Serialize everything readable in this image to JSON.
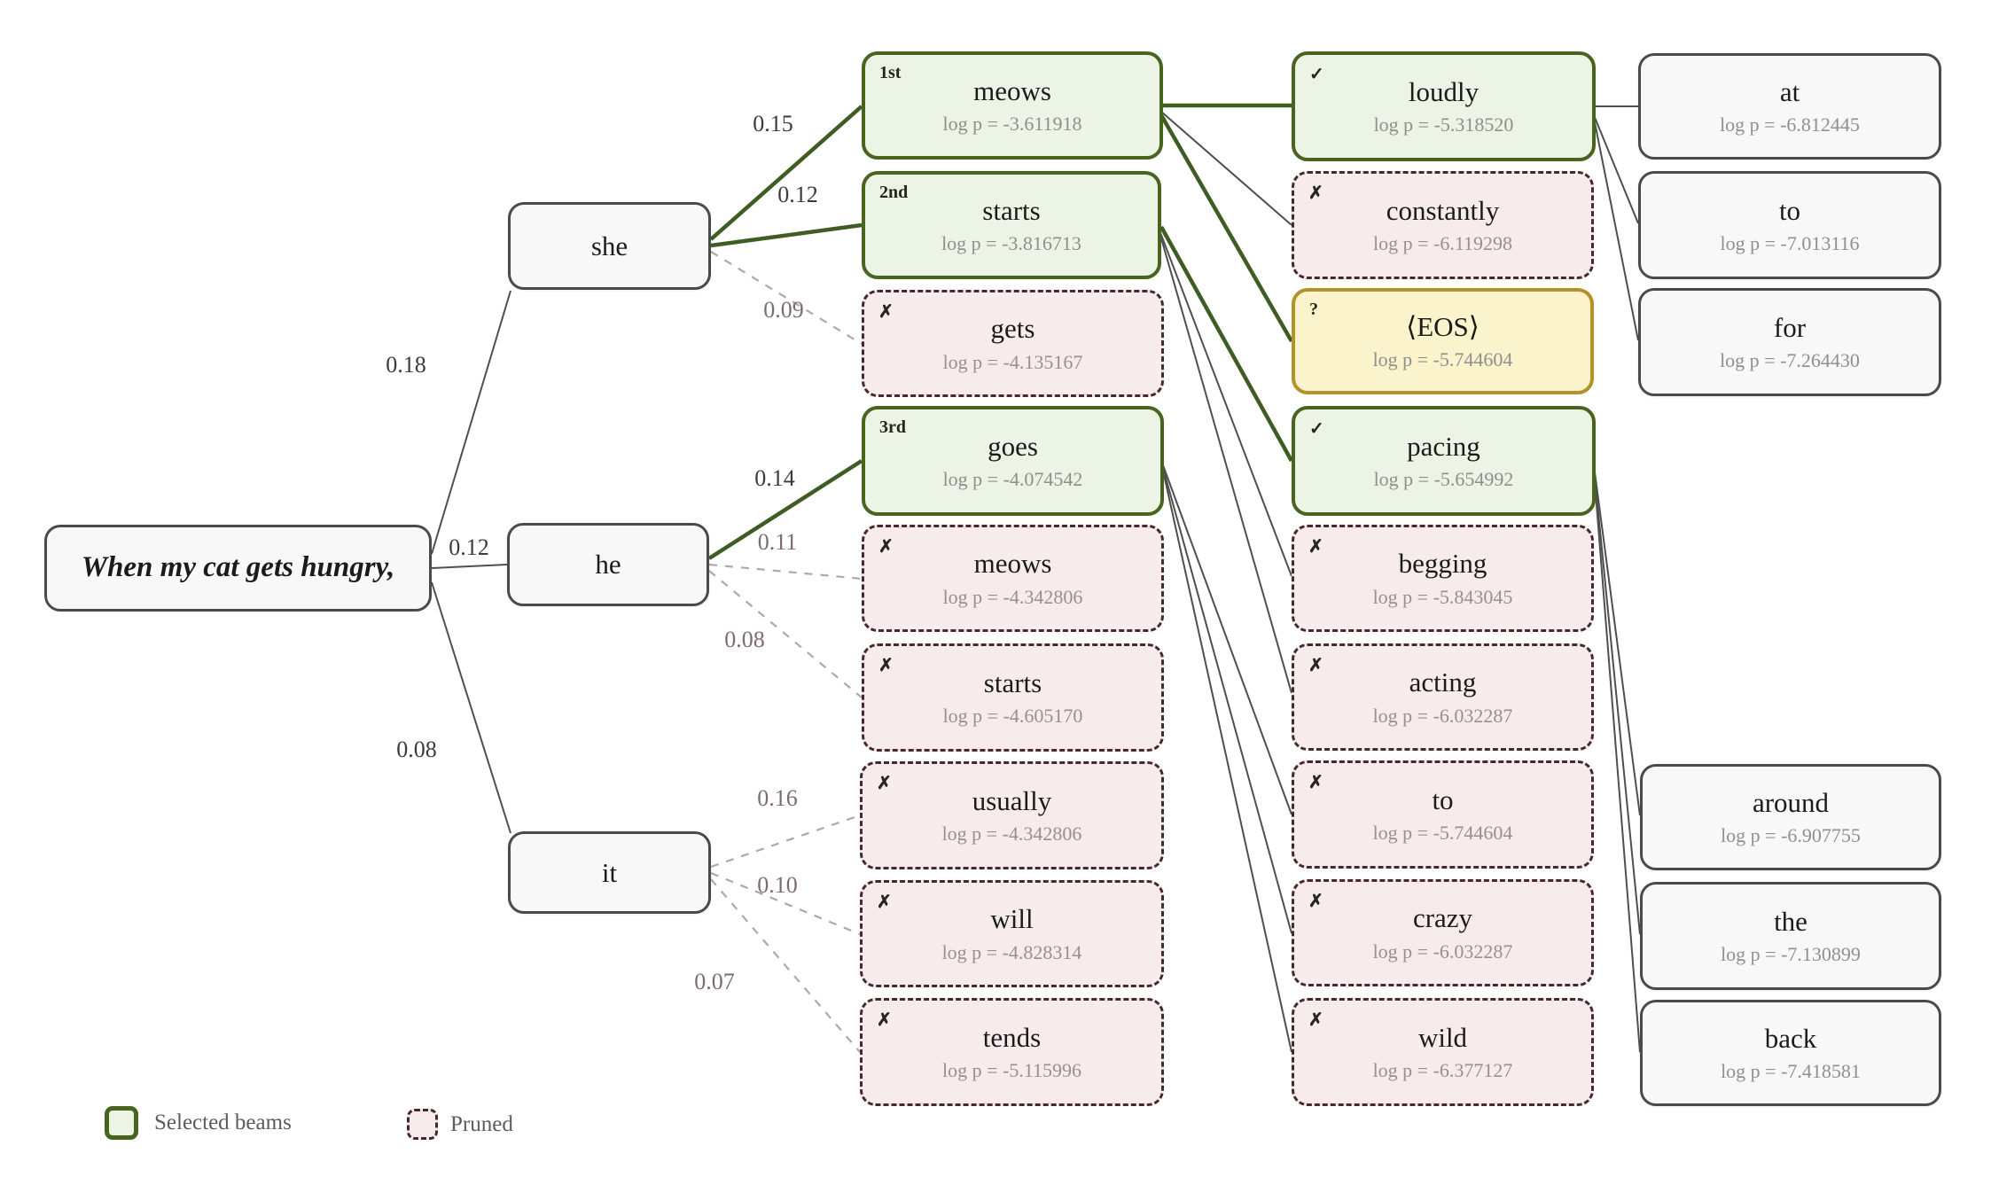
{
  "figure": {
    "root_text": "When my cat gets hungry,",
    "legend": [
      {
        "label": "Selected beams",
        "kind": "selected"
      },
      {
        "label": "Pruned",
        "kind": "pruned"
      }
    ],
    "colors": {
      "selected_fill": "#ecf4e5",
      "selected_border": "#47651f",
      "pruned_fill": "#f7ebeb",
      "pruned_border": "#45292e",
      "eos_fill": "#faf3cb",
      "eos_border": "#b3922a",
      "plain_fill": "#f8f8f8",
      "plain_border": "#4a4a4a",
      "edge_normal": "#4f4f4f",
      "edge_selected": "#3f5c23",
      "edge_dashed": "#b3a6a6"
    },
    "nodes": [
      {
        "id": "root",
        "word": "When my cat gets hungry,",
        "kind": "root"
      },
      {
        "id": "she",
        "word": "she",
        "kind": "plain"
      },
      {
        "id": "he",
        "word": "he",
        "kind": "plain"
      },
      {
        "id": "it",
        "word": "it",
        "kind": "plain"
      },
      {
        "id": "meows1",
        "word": "meows",
        "logp": "log p = -3.611918",
        "badge": "1st",
        "kind": "selected"
      },
      {
        "id": "starts1",
        "word": "starts",
        "logp": "log p = -3.816713",
        "badge": "2nd",
        "kind": "selected"
      },
      {
        "id": "gets",
        "word": "gets",
        "logp": "log p = -4.135167",
        "badge": "✗",
        "kind": "pruned"
      },
      {
        "id": "goes",
        "word": "goes",
        "logp": "log p = -4.074542",
        "badge": "3rd",
        "kind": "selected"
      },
      {
        "id": "meows2",
        "word": "meows",
        "logp": "log p = -4.342806",
        "badge": "✗",
        "kind": "pruned"
      },
      {
        "id": "starts2",
        "word": "starts",
        "logp": "log p = -4.605170",
        "badge": "✗",
        "kind": "pruned"
      },
      {
        "id": "usually",
        "word": "usually",
        "logp": "log p = -4.342806",
        "badge": "✗",
        "kind": "pruned"
      },
      {
        "id": "will",
        "word": "will",
        "logp": "log p = -4.828314",
        "badge": "✗",
        "kind": "pruned"
      },
      {
        "id": "tends",
        "word": "tends",
        "logp": "log p = -5.115996",
        "badge": "✗",
        "kind": "pruned"
      },
      {
        "id": "loudly",
        "word": "loudly",
        "logp": "log p = -5.318520",
        "badge": "✓",
        "kind": "selected"
      },
      {
        "id": "constantly",
        "word": "constantly",
        "logp": "log p = -6.119298",
        "badge": "✗",
        "kind": "pruned"
      },
      {
        "id": "eos",
        "word": "⟨EOS⟩",
        "logp": "log p = -5.744604",
        "badge": "?",
        "kind": "eos"
      },
      {
        "id": "pacing",
        "word": "pacing",
        "logp": "log p = -5.654992",
        "badge": "✓",
        "kind": "selected"
      },
      {
        "id": "begging",
        "word": "begging",
        "logp": "log p = -5.843045",
        "badge": "✗",
        "kind": "pruned"
      },
      {
        "id": "acting",
        "word": "acting",
        "logp": "log p = -6.032287",
        "badge": "✗",
        "kind": "pruned"
      },
      {
        "id": "to2",
        "word": "to",
        "logp": "log p = -5.744604",
        "badge": "✗",
        "kind": "pruned"
      },
      {
        "id": "crazy",
        "word": "crazy",
        "logp": "log p = -6.032287",
        "badge": "✗",
        "kind": "pruned"
      },
      {
        "id": "wild",
        "word": "wild",
        "logp": "log p = -6.377127",
        "badge": "✗",
        "kind": "pruned"
      },
      {
        "id": "at",
        "word": "at",
        "logp": "log p = -6.812445",
        "kind": "plain"
      },
      {
        "id": "to",
        "word": "to",
        "logp": "log p = -7.013116",
        "kind": "plain"
      },
      {
        "id": "for",
        "word": "for",
        "logp": "log p = -7.264430",
        "kind": "plain"
      },
      {
        "id": "around",
        "word": "around",
        "logp": "log p = -6.907755",
        "kind": "plain"
      },
      {
        "id": "the",
        "word": "the",
        "logp": "log p = -7.130899",
        "kind": "plain"
      },
      {
        "id": "back",
        "word": "back",
        "logp": "log p = -7.418581",
        "kind": "plain"
      }
    ],
    "edges": [
      {
        "from": "root",
        "to": "she",
        "label": "0.18",
        "style": "normal"
      },
      {
        "from": "root",
        "to": "he",
        "label": "0.12",
        "style": "normal"
      },
      {
        "from": "root",
        "to": "it",
        "label": "0.08",
        "style": "normal"
      },
      {
        "from": "she",
        "to": "meows1",
        "label": "0.15",
        "style": "selected"
      },
      {
        "from": "she",
        "to": "starts1",
        "label": "0.12",
        "style": "selected"
      },
      {
        "from": "she",
        "to": "gets",
        "label": "0.09",
        "style": "dashed"
      },
      {
        "from": "he",
        "to": "goes",
        "label": "0.14",
        "style": "selected"
      },
      {
        "from": "he",
        "to": "meows2",
        "label": "0.11",
        "style": "dashed"
      },
      {
        "from": "he",
        "to": "starts2",
        "label": "0.08",
        "style": "dashed"
      },
      {
        "from": "it",
        "to": "usually",
        "label": "0.16",
        "style": "dashed"
      },
      {
        "from": "it",
        "to": "will",
        "label": "0.10",
        "style": "dashed"
      },
      {
        "from": "it",
        "to": "tends",
        "label": "0.07",
        "style": "dashed"
      },
      {
        "from": "meows1",
        "to": "loudly",
        "style": "selected"
      },
      {
        "from": "meows1",
        "to": "constantly",
        "style": "normal"
      },
      {
        "from": "meows1",
        "to": "eos",
        "style": "selected"
      },
      {
        "from": "starts1",
        "to": "pacing",
        "style": "selected"
      },
      {
        "from": "starts1",
        "to": "begging",
        "style": "normal"
      },
      {
        "from": "starts1",
        "to": "acting",
        "style": "normal"
      },
      {
        "from": "goes",
        "to": "to2",
        "style": "normal"
      },
      {
        "from": "goes",
        "to": "crazy",
        "style": "normal"
      },
      {
        "from": "goes",
        "to": "wild",
        "style": "normal"
      },
      {
        "from": "loudly",
        "to": "at",
        "style": "normal"
      },
      {
        "from": "loudly",
        "to": "to",
        "style": "normal"
      },
      {
        "from": "loudly",
        "to": "for",
        "style": "normal"
      },
      {
        "from": "pacing",
        "to": "around",
        "style": "normal"
      },
      {
        "from": "pacing",
        "to": "the",
        "style": "normal"
      },
      {
        "from": "pacing",
        "to": "back",
        "style": "normal"
      }
    ]
  }
}
